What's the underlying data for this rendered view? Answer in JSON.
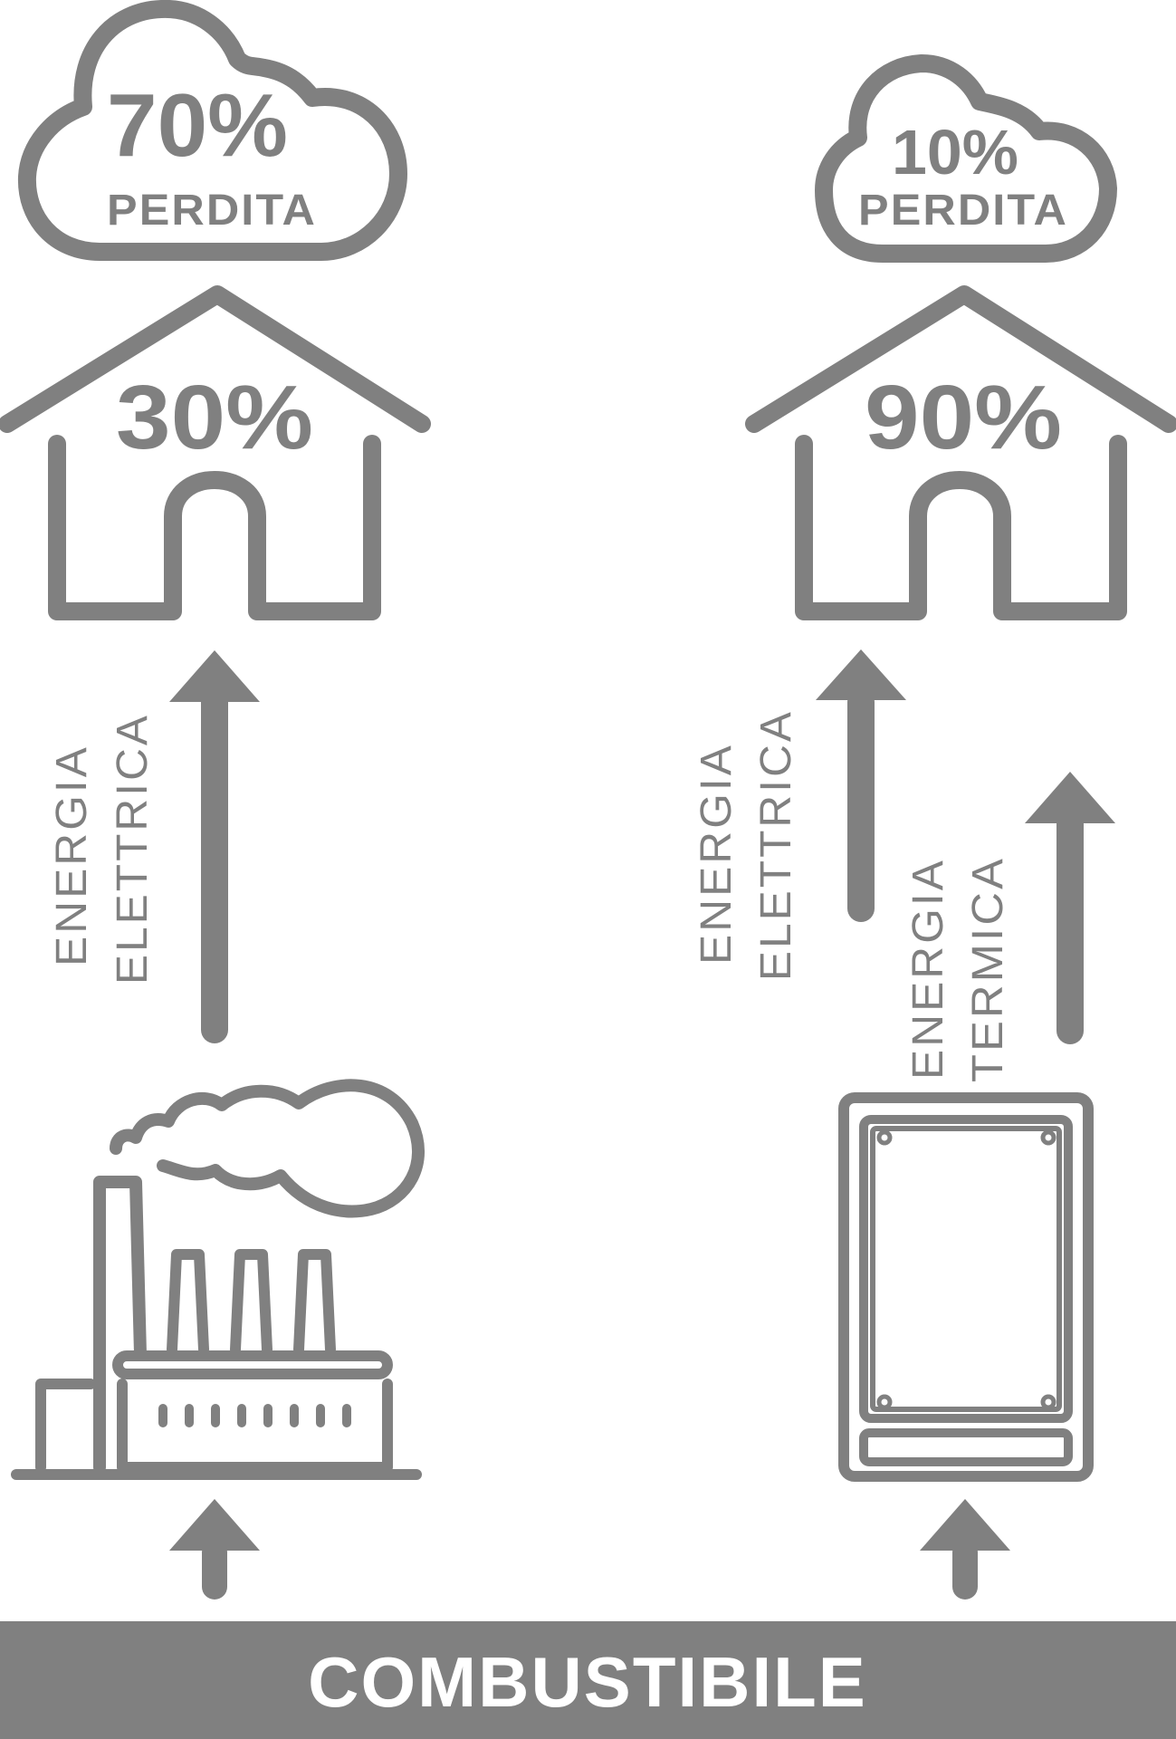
{
  "left": {
    "loss_percent": "70%",
    "loss_label": "PERDITA",
    "useful_percent": "30%",
    "flow_label_line1": "ENERGIA",
    "flow_label_line2": "ELETTRICA"
  },
  "right": {
    "loss_percent": "10%",
    "loss_label": "PERDITA",
    "useful_percent": "90%",
    "electric_label_line1": "ENERGIA",
    "electric_label_line2": "ELETTRICA",
    "thermal_label_line1": "ENERGIA",
    "thermal_label_line2": "TERMICA"
  },
  "fuel_label": "COMBUSTIBILE",
  "colors": {
    "icon_gray": "#808080",
    "background": "#ffffff",
    "bar_text": "#ffffff"
  },
  "icons": {
    "left_loss": "cloud-icon",
    "right_loss": "cloud-icon",
    "left_home": "house-icon",
    "right_home": "house-icon",
    "left_plant": "power-plant-icon",
    "right_unit": "cogeneration-unit-icon"
  }
}
